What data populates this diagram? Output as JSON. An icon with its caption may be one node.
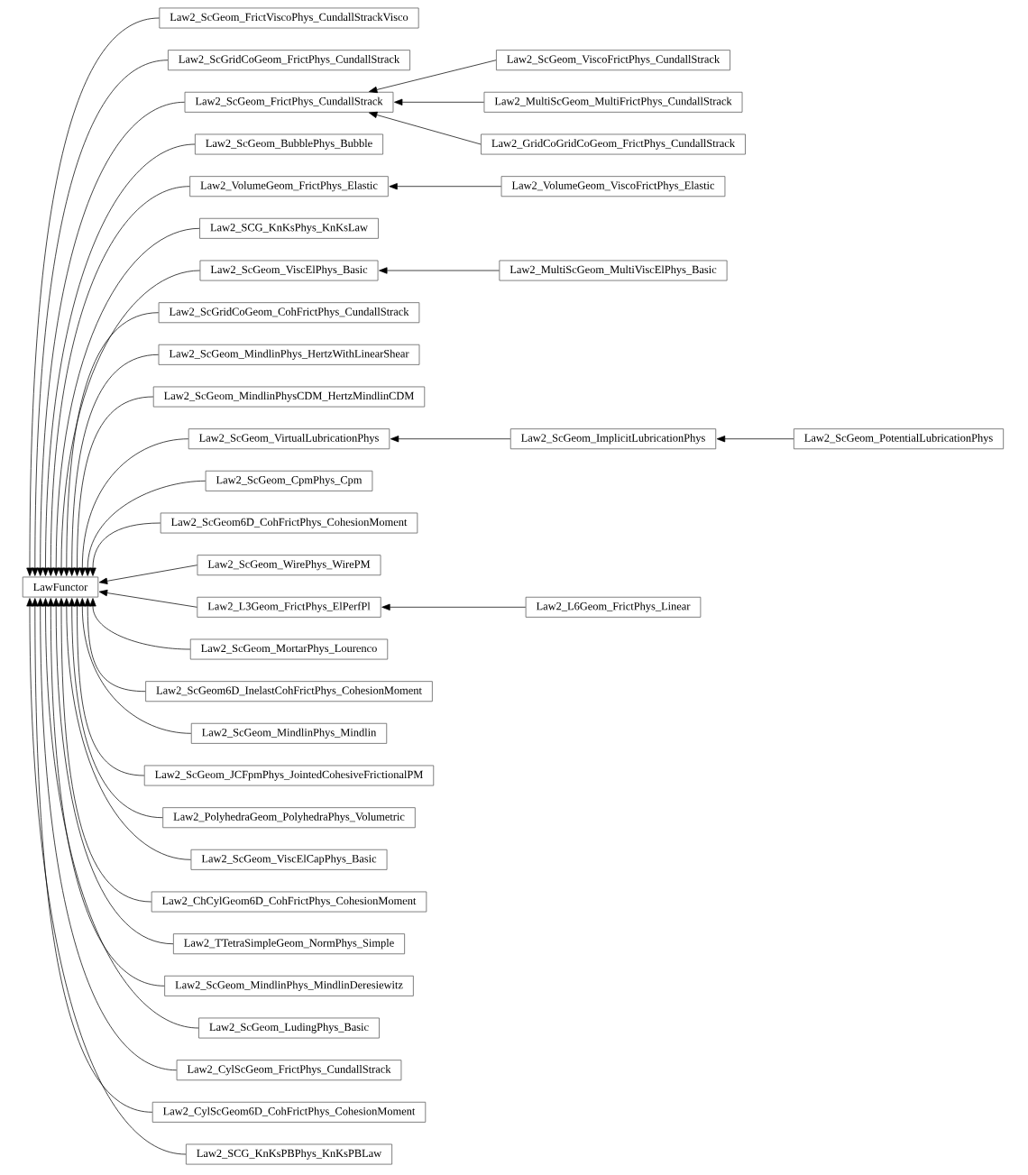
{
  "diagram": {
    "nodes": [
      {
        "text": [
          "LawFunctor"
        ]
      },
      {
        "text": [
          "Law2_ScGeom_FrictViscoPhys_CundallStrackVisco"
        ]
      },
      {
        "text": [
          "Law2_ScGridCoGeom_FrictPhys_CundallStrack"
        ]
      },
      {
        "text": [
          "Law2_ScGeom_FrictPhys_CundallStrack"
        ]
      },
      {
        "text": [
          "Law2_ScGeom_BubblePhys_Bubble"
        ]
      },
      {
        "text": [
          "Law2_VolumeGeom_FrictPhys_Elastic"
        ]
      },
      {
        "text": [
          "Law2_SCG_KnKsPhys_KnKsLaw"
        ]
      },
      {
        "text": [
          "Law2_ScGeom_ViscElPhys_Basic"
        ]
      },
      {
        "text": [
          "Law2_ScGridCoGeom_CohFrictPhys_CundallStrack"
        ]
      },
      {
        "text": [
          "Law2_ScGeom_MindlinPhys_HertzWithLinearShear"
        ]
      },
      {
        "text": [
          "Law2_ScGeom_MindlinPhysCDM_HertzMindlinCDM"
        ]
      },
      {
        "text": [
          "Law2_ScGeom_VirtualLubricationPhys"
        ]
      },
      {
        "text": [
          "Law2_ScGeom_CpmPhys_Cpm"
        ]
      },
      {
        "text": [
          "Law2_ScGeom6D_CohFrictPhys_CohesionMoment"
        ]
      },
      {
        "text": [
          "Law2_ScGeom_WirePhys_WirePM"
        ]
      },
      {
        "text": [
          "Law2_L3Geom_FrictPhys_ElPerfPl"
        ]
      },
      {
        "text": [
          "Law2_ScGeom_MortarPhys_Lourenco"
        ]
      },
      {
        "text": [
          "Law2_ScGeom6D_InelastCohFrictPhys_CohesionMoment"
        ]
      },
      {
        "text": [
          "Law2_ScGeom_MindlinPhys_Mindlin"
        ]
      },
      {
        "text": [
          "Law2_ScGeom_JCFpmPhys_JointedCohesiveFrictionalPM"
        ]
      },
      {
        "text": [
          "Law2_PolyhedraGeom_PolyhedraPhys_Volumetric"
        ]
      },
      {
        "text": [
          "Law2_ScGeom_ViscElCapPhys_Basic"
        ]
      },
      {
        "text": [
          "Law2_ChCylGeom6D_CohFrictPhys_CohesionMoment"
        ]
      },
      {
        "text": [
          "Law2_TTetraSimpleGeom_NormPhys_Simple"
        ]
      },
      {
        "text": [
          "Law2_ScGeom_MindlinPhys_MindlinDeresiewitz"
        ]
      },
      {
        "text": [
          "Law2_ScGeom_LudingPhys_Basic"
        ]
      },
      {
        "text": [
          "Law2_CylScGeom_FrictPhys_CundallStrack"
        ]
      },
      {
        "text": [
          "Law2_CylScGeom6D_CohFrictPhys_CohesionMoment"
        ]
      },
      {
        "text": [
          "Law2_SCG_KnKsPBPhys_KnKsPBLaw"
        ]
      },
      {
        "text": [
          "Law2_ScGeom_ViscoFrictPhys_CundallStrack"
        ]
      },
      {
        "text": [
          "Law2_MultiScGeom_MultiFrictPhys_CundallStrack"
        ]
      },
      {
        "text": [
          "Law2_GridCoGridCoGeom_FrictPhys_CundallStrack"
        ]
      },
      {
        "text": [
          "Law2_VolumeGeom_ViscoFrictPhys_Elastic"
        ]
      },
      {
        "text": [
          "Law2_MultiScGeom_MultiViscElPhys_Basic"
        ]
      },
      {
        "text": [
          "Law2_ScGeom_ImplicitLubricationPhys"
        ]
      },
      {
        "text": [
          "Law2_ScGeom_PotentialLubricationPhys"
        ]
      },
      {
        "text": [
          "Law2_L6Geom_FrictPhys_Linear"
        ]
      }
    ],
    "edges": [
      {
        "from": 1,
        "to": 0,
        "arrow": "to"
      },
      {
        "from": 2,
        "to": 0,
        "arrow": "to"
      },
      {
        "from": 3,
        "to": 0,
        "arrow": "to"
      },
      {
        "from": 4,
        "to": 0,
        "arrow": "to"
      },
      {
        "from": 5,
        "to": 0,
        "arrow": "to"
      },
      {
        "from": 6,
        "to": 0,
        "arrow": "to"
      },
      {
        "from": 7,
        "to": 0,
        "arrow": "to"
      },
      {
        "from": 8,
        "to": 0,
        "arrow": "to"
      },
      {
        "from": 9,
        "to": 0,
        "arrow": "to"
      },
      {
        "from": 10,
        "to": 0,
        "arrow": "to"
      },
      {
        "from": 11,
        "to": 0,
        "arrow": "to"
      },
      {
        "from": 12,
        "to": 0,
        "arrow": "to"
      },
      {
        "from": 13,
        "to": 0,
        "arrow": "to"
      },
      {
        "from": 14,
        "to": 0,
        "arrow": "to"
      },
      {
        "from": 15,
        "to": 0,
        "arrow": "to"
      },
      {
        "from": 16,
        "to": 0,
        "arrow": "to"
      },
      {
        "from": 17,
        "to": 0,
        "arrow": "to"
      },
      {
        "from": 18,
        "to": 0,
        "arrow": "to"
      },
      {
        "from": 19,
        "to": 0,
        "arrow": "to"
      },
      {
        "from": 20,
        "to": 0,
        "arrow": "to"
      },
      {
        "from": 21,
        "to": 0,
        "arrow": "to"
      },
      {
        "from": 22,
        "to": 0,
        "arrow": "to"
      },
      {
        "from": 23,
        "to": 0,
        "arrow": "to"
      },
      {
        "from": 24,
        "to": 0,
        "arrow": "to"
      },
      {
        "from": 25,
        "to": 0,
        "arrow": "to"
      },
      {
        "from": 26,
        "to": 0,
        "arrow": "to"
      },
      {
        "from": 27,
        "to": 0,
        "arrow": "to"
      },
      {
        "from": 28,
        "to": 0,
        "arrow": "to"
      },
      {
        "from": 29,
        "to": 3,
        "arrow": "to"
      },
      {
        "from": 30,
        "to": 3,
        "arrow": "to"
      },
      {
        "from": 31,
        "to": 3,
        "arrow": "to"
      },
      {
        "from": 32,
        "to": 5,
        "arrow": "to"
      },
      {
        "from": 33,
        "to": 7,
        "arrow": "to"
      },
      {
        "from": 34,
        "to": 11,
        "arrow": "to"
      },
      {
        "from": 35,
        "to": 34,
        "arrow": "to"
      },
      {
        "from": 36,
        "to": 15,
        "arrow": "to"
      }
    ]
  }
}
